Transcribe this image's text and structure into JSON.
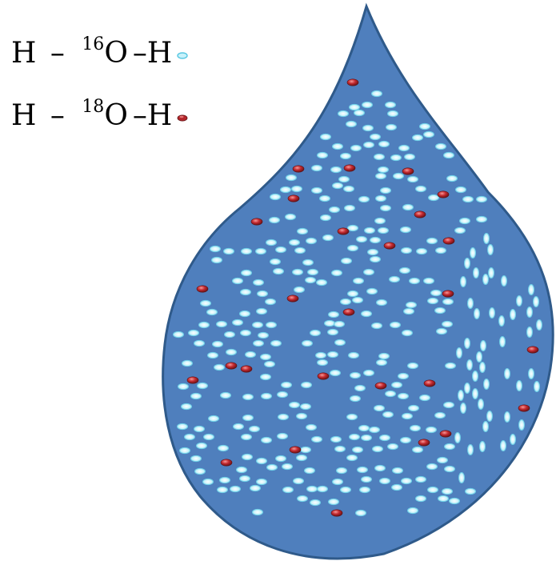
{
  "legend": {
    "light": {
      "element": "H",
      "dash": "–",
      "isotope": "16",
      "atom": "O",
      "tail": "–H"
    },
    "heavy": {
      "element": "H",
      "dash": "–",
      "isotope": "18",
      "atom": "O",
      "tail": "–H"
    }
  },
  "colors": {
    "drop_fill": "#4a7dbd",
    "drop_outline": "#2f5a8a",
    "light_molecule": "#c8f2fb",
    "light_molecule_edge": "#7fd6ea",
    "heavy_molecule": "#b3262b",
    "heavy_molecule_edge": "#5c0f12"
  }
}
